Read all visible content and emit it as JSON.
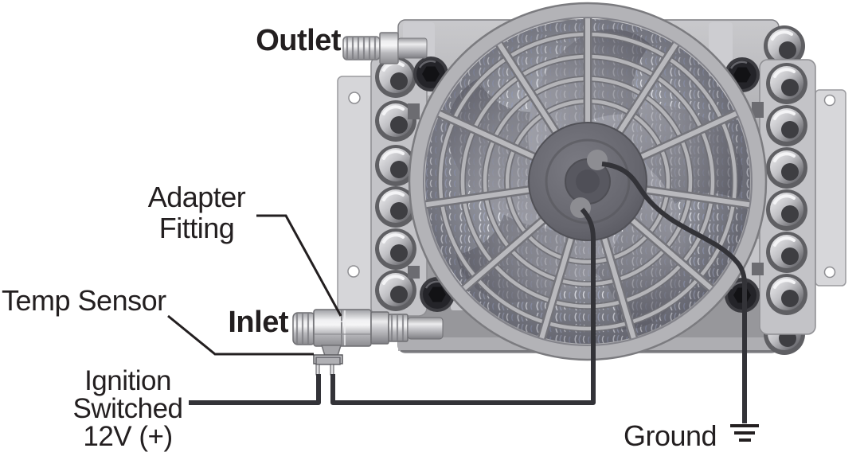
{
  "diagram": {
    "labels": {
      "outlet": "Outlet",
      "adapter_line1": "Adapter",
      "adapter_line2": "Fitting",
      "temp_sensor": "Temp Sensor",
      "inlet": "Inlet",
      "ignition_line1": "Ignition",
      "ignition_line2": "Switched",
      "ignition_line3": "12V (+)",
      "ground": "Ground"
    },
    "colors": {
      "label_text": "#231f20",
      "leader_line": "#231f20",
      "wire": "#333338",
      "body_gray": "#a6a6aa",
      "plate_gray": "#c3c3c7",
      "bracket_gray": "#d7d7da",
      "fan_hub_gray": "#62626a",
      "fan_guard_gray": "#b3b3b7",
      "mesh_accent": "#a9afc6",
      "bolt_black": "#242429",
      "background": "#ffffff"
    }
  }
}
